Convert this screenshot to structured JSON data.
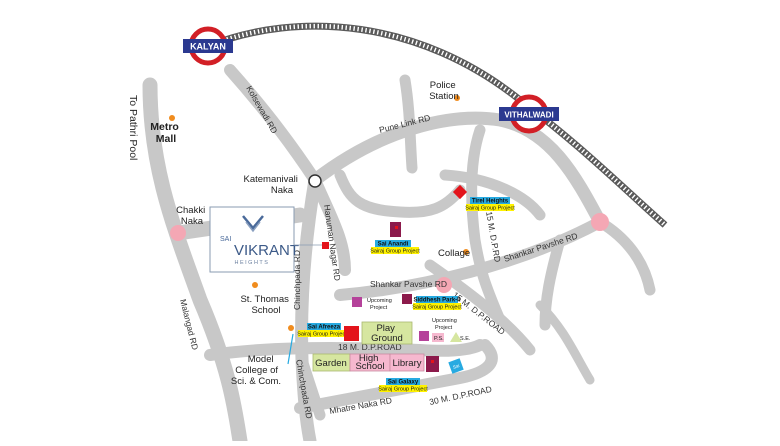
{
  "stations": {
    "kalyan": "KALYAN",
    "vithalwadi": "VITHALWADI"
  },
  "roads": {
    "kolsewadi": "Kolsewadi RD",
    "pune_link": "Pune Link RD",
    "hanuman_nagar": "Hanuman Nagar RD",
    "chinchpada_upper": "Chinchpada RD",
    "chinchpada_lower": "Chinchpada RD",
    "shankar_pavshe_left": "Shankar Pavshe RD",
    "shankar_pavshe_right": "Shankar Pavshe RD",
    "dp_15m_a": "15 M. D.P.RD",
    "dp_15m_b": "15 M. D.P.ROAD",
    "dp_18m": "18 M. D.P.ROAD",
    "dp_30m": "30 M. D.P.ROAD",
    "malangad": "Malangad RD",
    "mhatre_naka": "Mhatre Naka RD",
    "to_pathri_pool": "To Pathri Pool"
  },
  "places": {
    "police_station": [
      "Police",
      "Station"
    ],
    "metro_mall": [
      "Metro",
      "Mall"
    ],
    "katemanivali_naka": [
      "Katemanivali",
      "Naka"
    ],
    "chakki_naka": [
      "Chakki",
      "Naka"
    ],
    "st_thomas_school": [
      "St. Thomas",
      "School"
    ],
    "model_college": [
      "Model",
      "College of",
      "Sci. & Com."
    ],
    "collage": "Collage",
    "upcoming_project_1": [
      "Upcoming",
      "Project"
    ],
    "upcoming_project_2": [
      "Upcoming",
      "Project"
    ],
    "play_ground": [
      "Play",
      "Ground"
    ],
    "garden": "Garden",
    "high_school": [
      "High",
      "School"
    ],
    "library": "Library",
    "ps": "P.S.",
    "se": "S.E."
  },
  "projects": {
    "tirel_heights": {
      "name": "Tirel Heights",
      "tag": "Sairaj Group Project"
    },
    "sai_anandi": {
      "name": "Sai Anandi",
      "tag": "Sairaj Group Project"
    },
    "siddhesh_park": {
      "name": "Siddhesh Park-II",
      "tag": "Sairaj Group Project"
    },
    "sai_afreeza": {
      "name": "Sai Afreeza",
      "tag": "Sairaj Group Project"
    },
    "sai_galaxy": {
      "name": "Sai Galaxy",
      "tag": "Sairaj Group Project"
    },
    "blue_badge": "Sai"
  },
  "logo": {
    "sai": "SAI",
    "vikrant": "VIKRANT",
    "heights": "HEIGHTS"
  },
  "colors": {
    "road": "#c8c8c8",
    "rail": "#5a5a5a",
    "station_red": "#d21f26",
    "station_blue": "#2b3990",
    "marker_orange": "#f08c1e",
    "tag_yellow": "#fff200",
    "tag_blue": "#27aae1",
    "project_red": "#e3141b",
    "zone_green": "#d6e6a0",
    "zone_pink": "#f6b8cf",
    "circle_pink": "#f4a7b4"
  },
  "icons": [
    "railway-roundel-icon",
    "location-dot-icon",
    "project-marker-icon",
    "vikrant-chevron-icon"
  ]
}
